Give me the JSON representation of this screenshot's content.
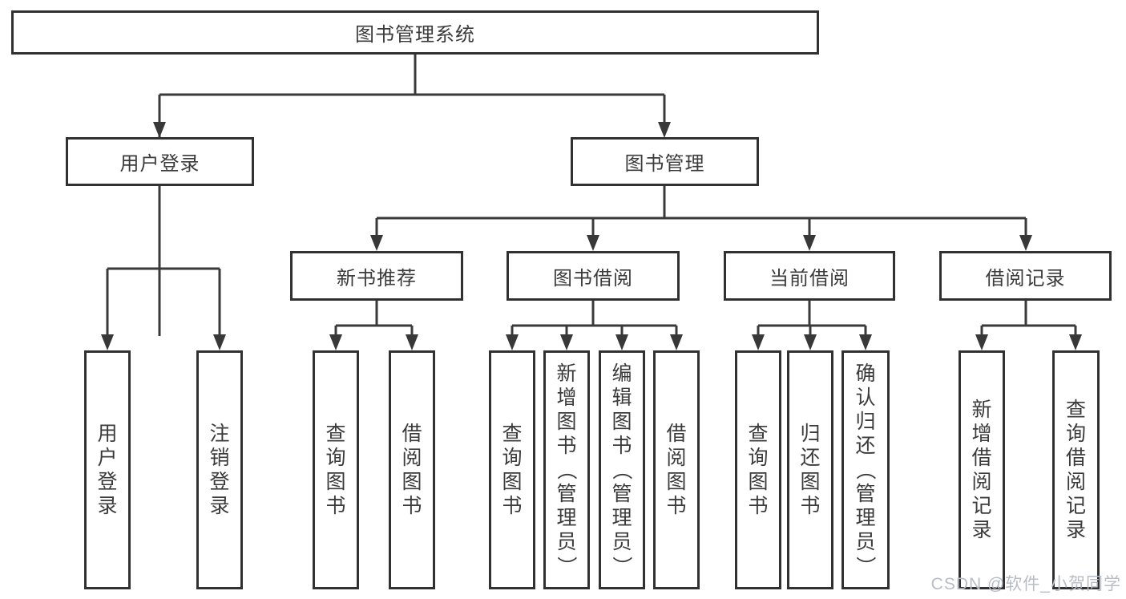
{
  "diagram": {
    "title": "图书管理系统",
    "nodes": {
      "root": "图书管理系统",
      "user_login": "用户登录",
      "book_mgmt": "图书管理",
      "new_books": "新书推荐",
      "book_borrow": "图书借阅",
      "current_borrow": "当前借阅",
      "borrow_records": "借阅记录"
    },
    "leaves": [
      {
        "label": "用户登录",
        "parent": "用户登录"
      },
      {
        "label": "注销登录",
        "parent": "用户登录"
      },
      {
        "label": "查询图书",
        "parent": "新书推荐"
      },
      {
        "label": "借阅图书",
        "parent": "新书推荐"
      },
      {
        "label": "查询图书",
        "parent": "图书借阅"
      },
      {
        "label": "新增图书（管理员）",
        "parent": "图书借阅"
      },
      {
        "label": "编辑图书（管理员）",
        "parent": "图书借阅"
      },
      {
        "label": "借阅图书",
        "parent": "图书借阅"
      },
      {
        "label": "查询图书",
        "parent": "当前借阅"
      },
      {
        "label": "归还图书",
        "parent": "当前借阅"
      },
      {
        "label": "确认归还（管理员）",
        "parent": "当前借阅"
      },
      {
        "label": "新增借阅记录",
        "parent": "借阅记录"
      },
      {
        "label": "查询借阅记录",
        "parent": "借阅记录"
      }
    ],
    "colors": {
      "line": "#3a3a3a",
      "border": "#313131",
      "text": "#3b3b3b",
      "watermark": "#b7bdc7"
    },
    "watermark": "CSDN @软件_小贺同学"
  }
}
